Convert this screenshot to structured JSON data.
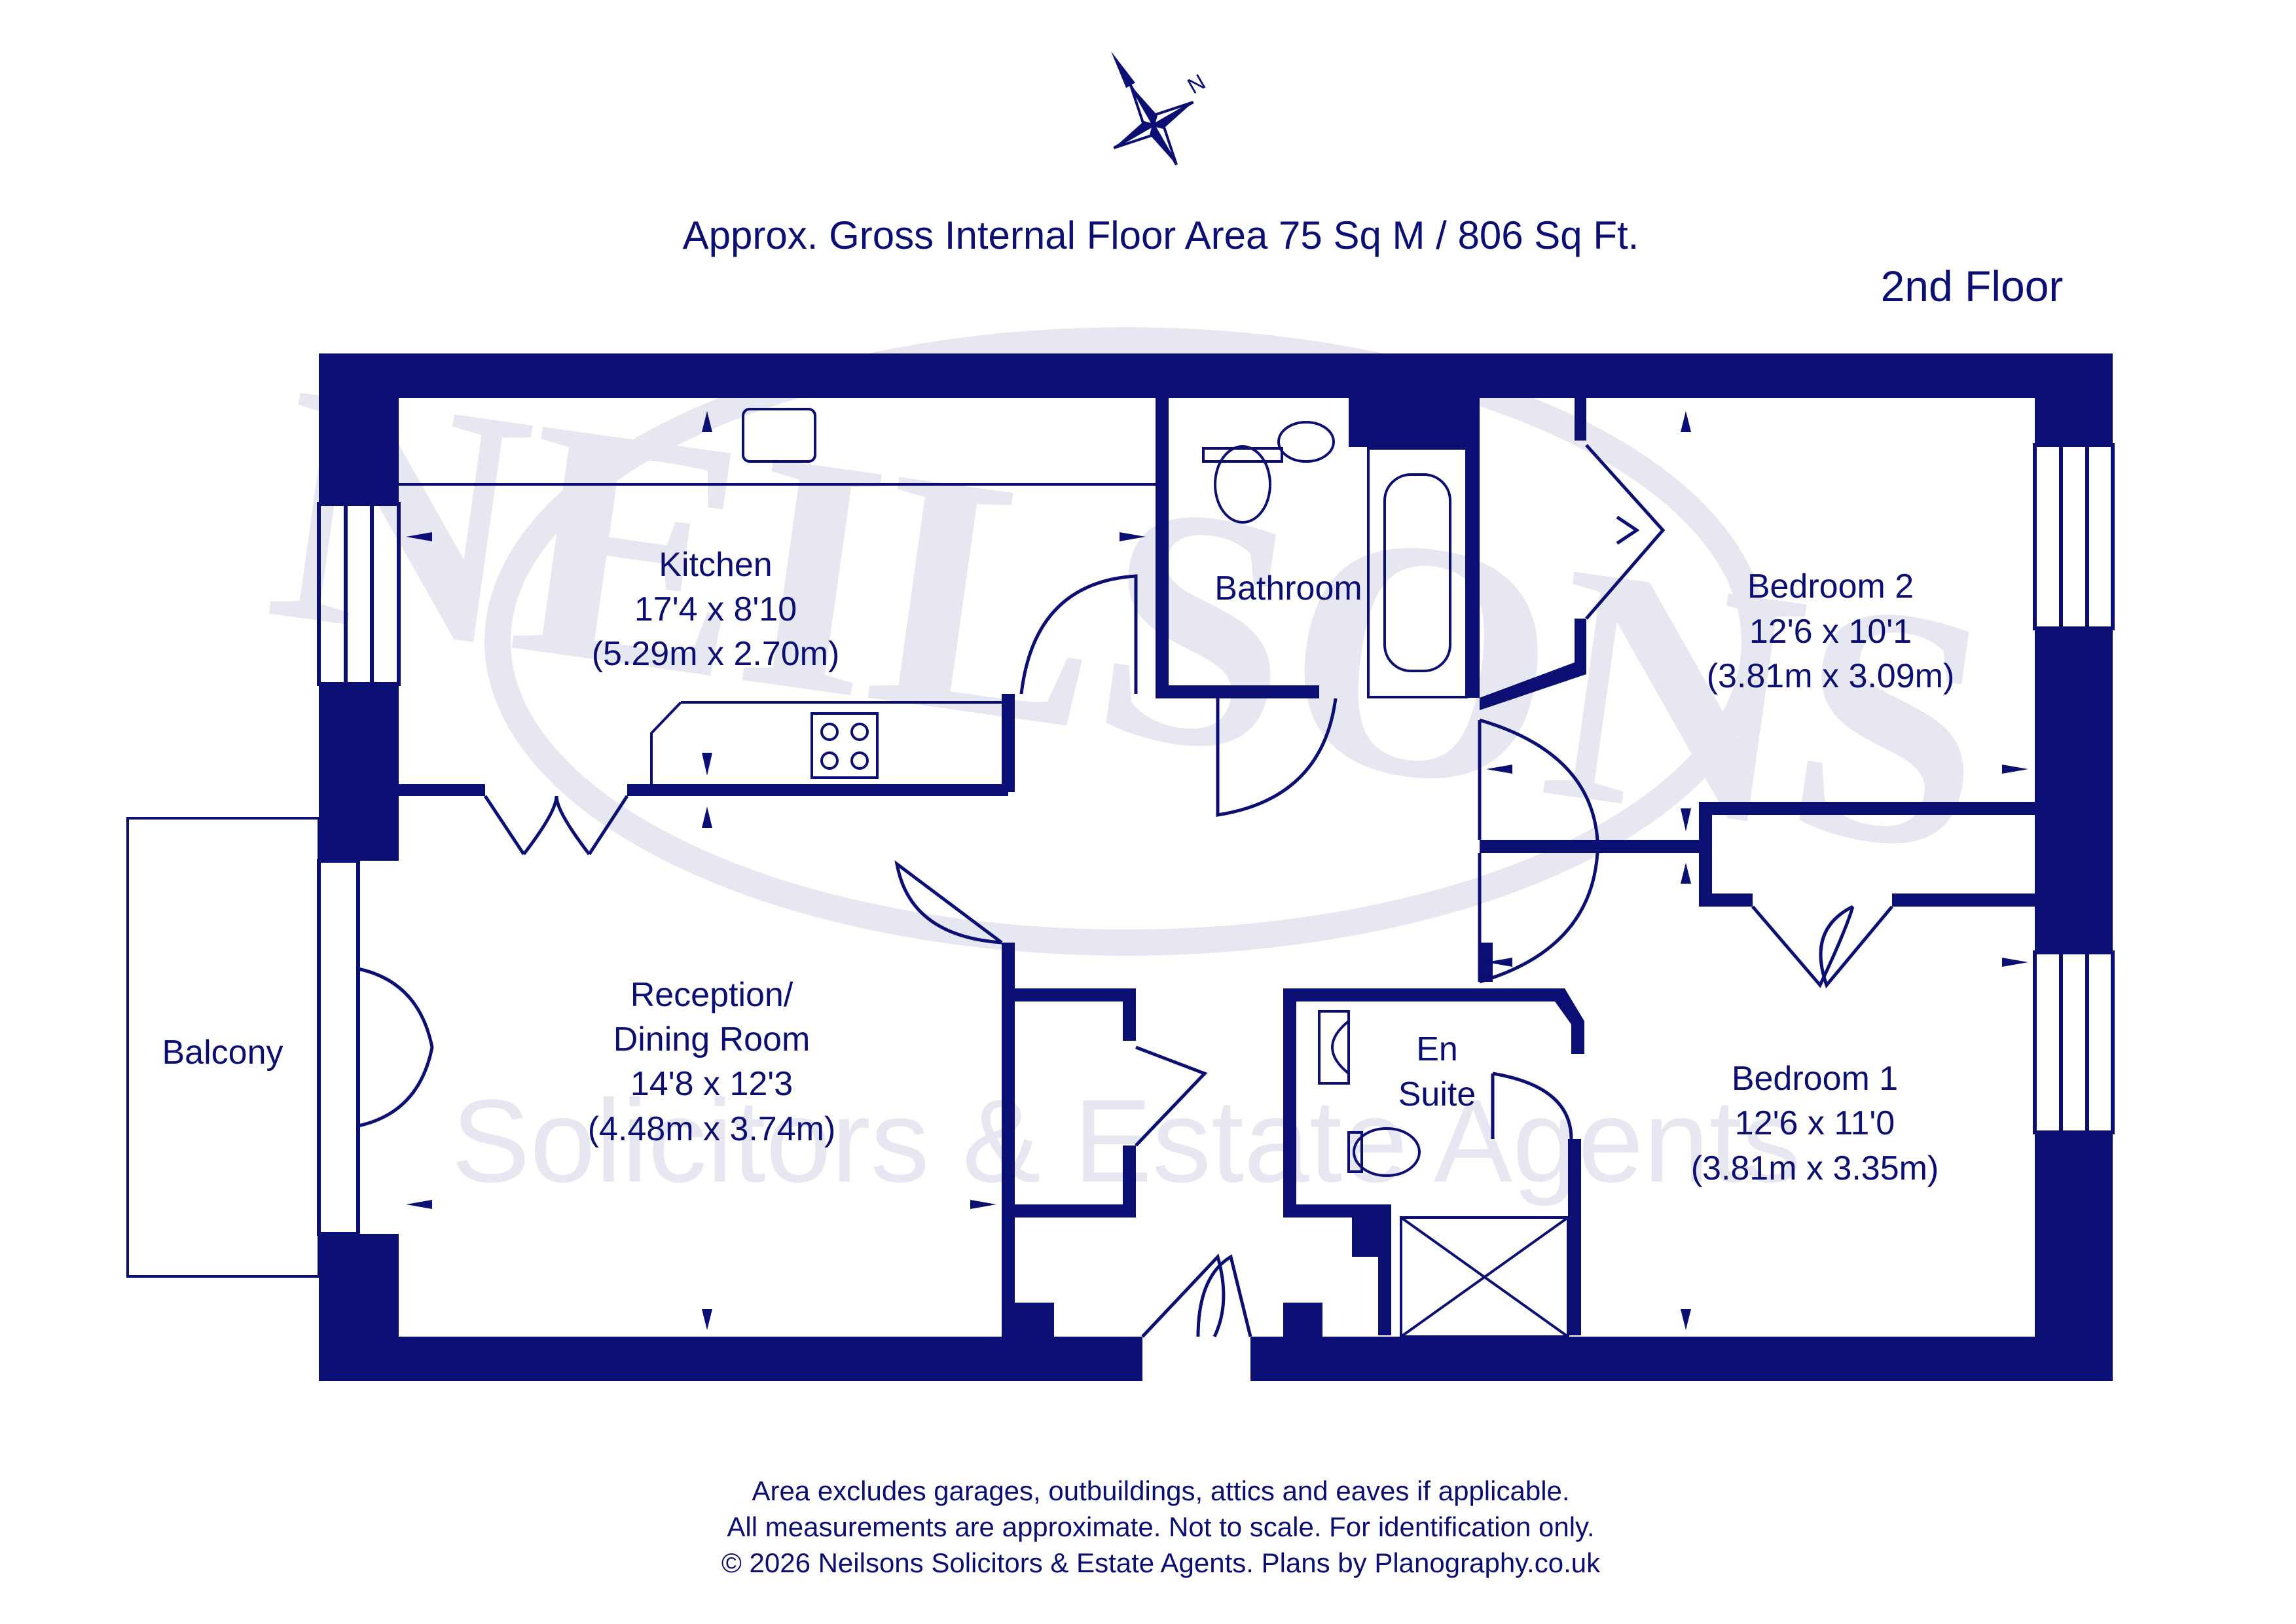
{
  "colors": {
    "ink": "#0b0f73",
    "watermark": "#e6e7f1",
    "background": "#ffffff"
  },
  "compass": {
    "icon": "compass-rose-icon",
    "north_label": "N"
  },
  "header": {
    "area_text": "Approx. Gross Internal Floor Area 75 Sq M / 806 Sq Ft.",
    "floor_label": "2nd Floor"
  },
  "watermark": {
    "logo_text": "NEILSONS",
    "subtitle": "Solicitors & Estate Agents"
  },
  "rooms": {
    "kitchen": {
      "name": "Kitchen",
      "imperial": "17'4 x 8'10",
      "metric": "(5.29m x 2.70m)"
    },
    "bathroom": {
      "name": "Bathroom"
    },
    "bedroom2": {
      "name": "Bedroom 2",
      "imperial": "12'6 x 10'1",
      "metric": "(3.81m x 3.09m)"
    },
    "reception": {
      "name_line1": "Reception/",
      "name_line2": "Dining Room",
      "imperial": "14'8 x 12'3",
      "metric": "(4.48m x 3.74m)"
    },
    "ensuite": {
      "name_line1": "En",
      "name_line2": "Suite"
    },
    "bedroom1": {
      "name": "Bedroom 1",
      "imperial": "12'6 x 11'0",
      "metric": "(3.81m x 3.35m)"
    },
    "balcony": {
      "name": "Balcony"
    }
  },
  "footer": {
    "line1": "Area excludes garages, outbuildings, attics and eaves if applicable.",
    "line2": "All measurements are approximate. Not to scale. For identification only.",
    "line3": "© 2026 Neilsons Solicitors & Estate Agents. Plans by Planography.co.uk"
  }
}
